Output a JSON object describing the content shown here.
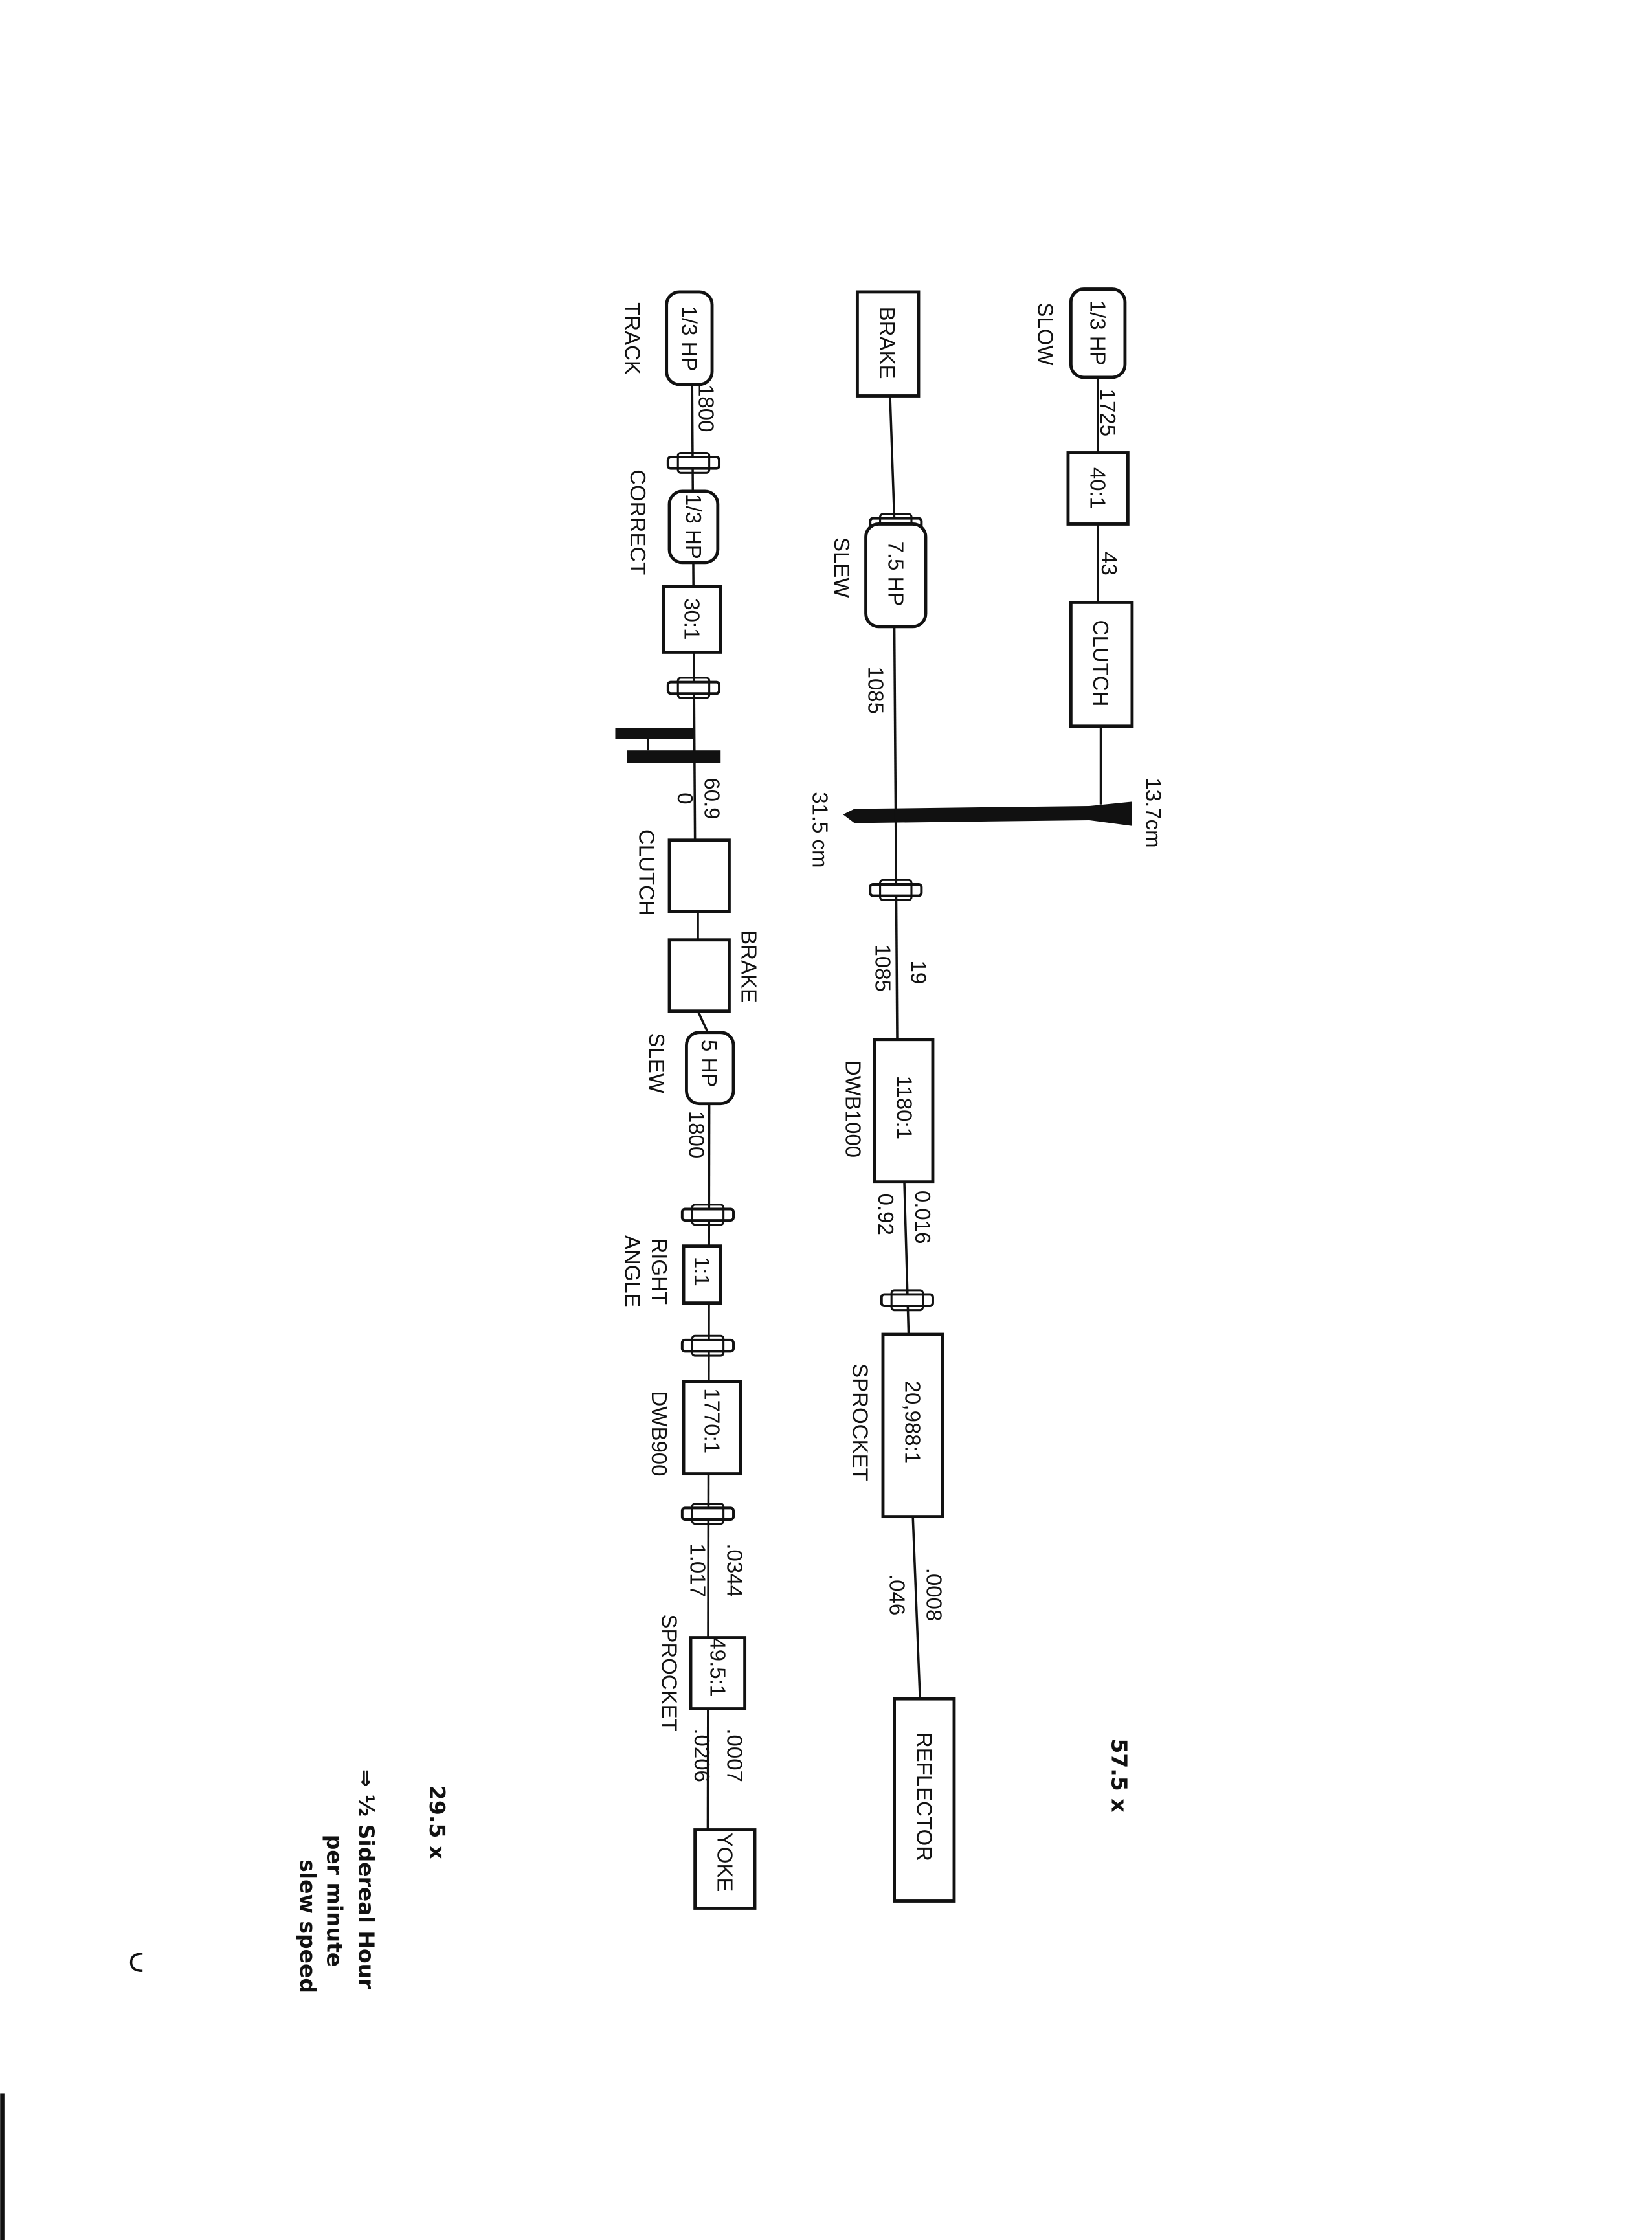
{
  "title": "Telescope drive train diagram",
  "top_chain": {
    "motor": "1/3 HP",
    "motor_label": "SLOW",
    "motor_rpm": "1725",
    "reducer": "40:1",
    "reducer_out": "43",
    "clutch": "CLUTCH",
    "belt_label": "13.7cm"
  },
  "middle_chain": {
    "brake": "BRAKE",
    "motor": "7.5 HP",
    "motor_label": "SLEW",
    "motor_rpm": "1085",
    "pulley_label": "31.5 cm",
    "shaft_top": "19",
    "shaft_bottom": "1085",
    "worm": "1180:1",
    "worm_label": "DWB1000",
    "worm_out_top": "0.016",
    "worm_out_bottom": "0.92",
    "sprocket": "20,988:1",
    "sprocket_label": "SPROCKET",
    "out_top": ".0008",
    "out_bottom": ".046",
    "load": "REFLECTOR",
    "note": "57.5 x"
  },
  "bottom_chain": {
    "motor1": "1/3 HP",
    "motor1_label": "TRACK",
    "motor1_rpm": "1800",
    "motor2": "1/3 HP",
    "motor2_label": "CORRECT",
    "reducer": "30:1",
    "gear_top": "60.9",
    "gear_bottom": "0",
    "clutch_label": "CLUTCH",
    "brake_label": "BRAKE",
    "motor3": "5 HP",
    "motor3_label": "SLEW",
    "motor3_rpm": "1800",
    "right_angle": "1:1",
    "right_angle_label_1": "RIGHT",
    "right_angle_label_2": "ANGLE",
    "worm": "1770:1",
    "worm_label": "DWB900",
    "worm_out_top": ".0344",
    "worm_out_bottom": "1.017",
    "sprocket": "49.5:1",
    "sprocket_label": "SPROCKET",
    "out_top": ".0007",
    "out_bottom": ".0206",
    "load": "YOKE",
    "note": "29.5 x"
  },
  "handwritten_note": {
    "line1": "⇒ ½ Sidereal Hour",
    "line2": "per minute",
    "line3": "slew speed"
  }
}
